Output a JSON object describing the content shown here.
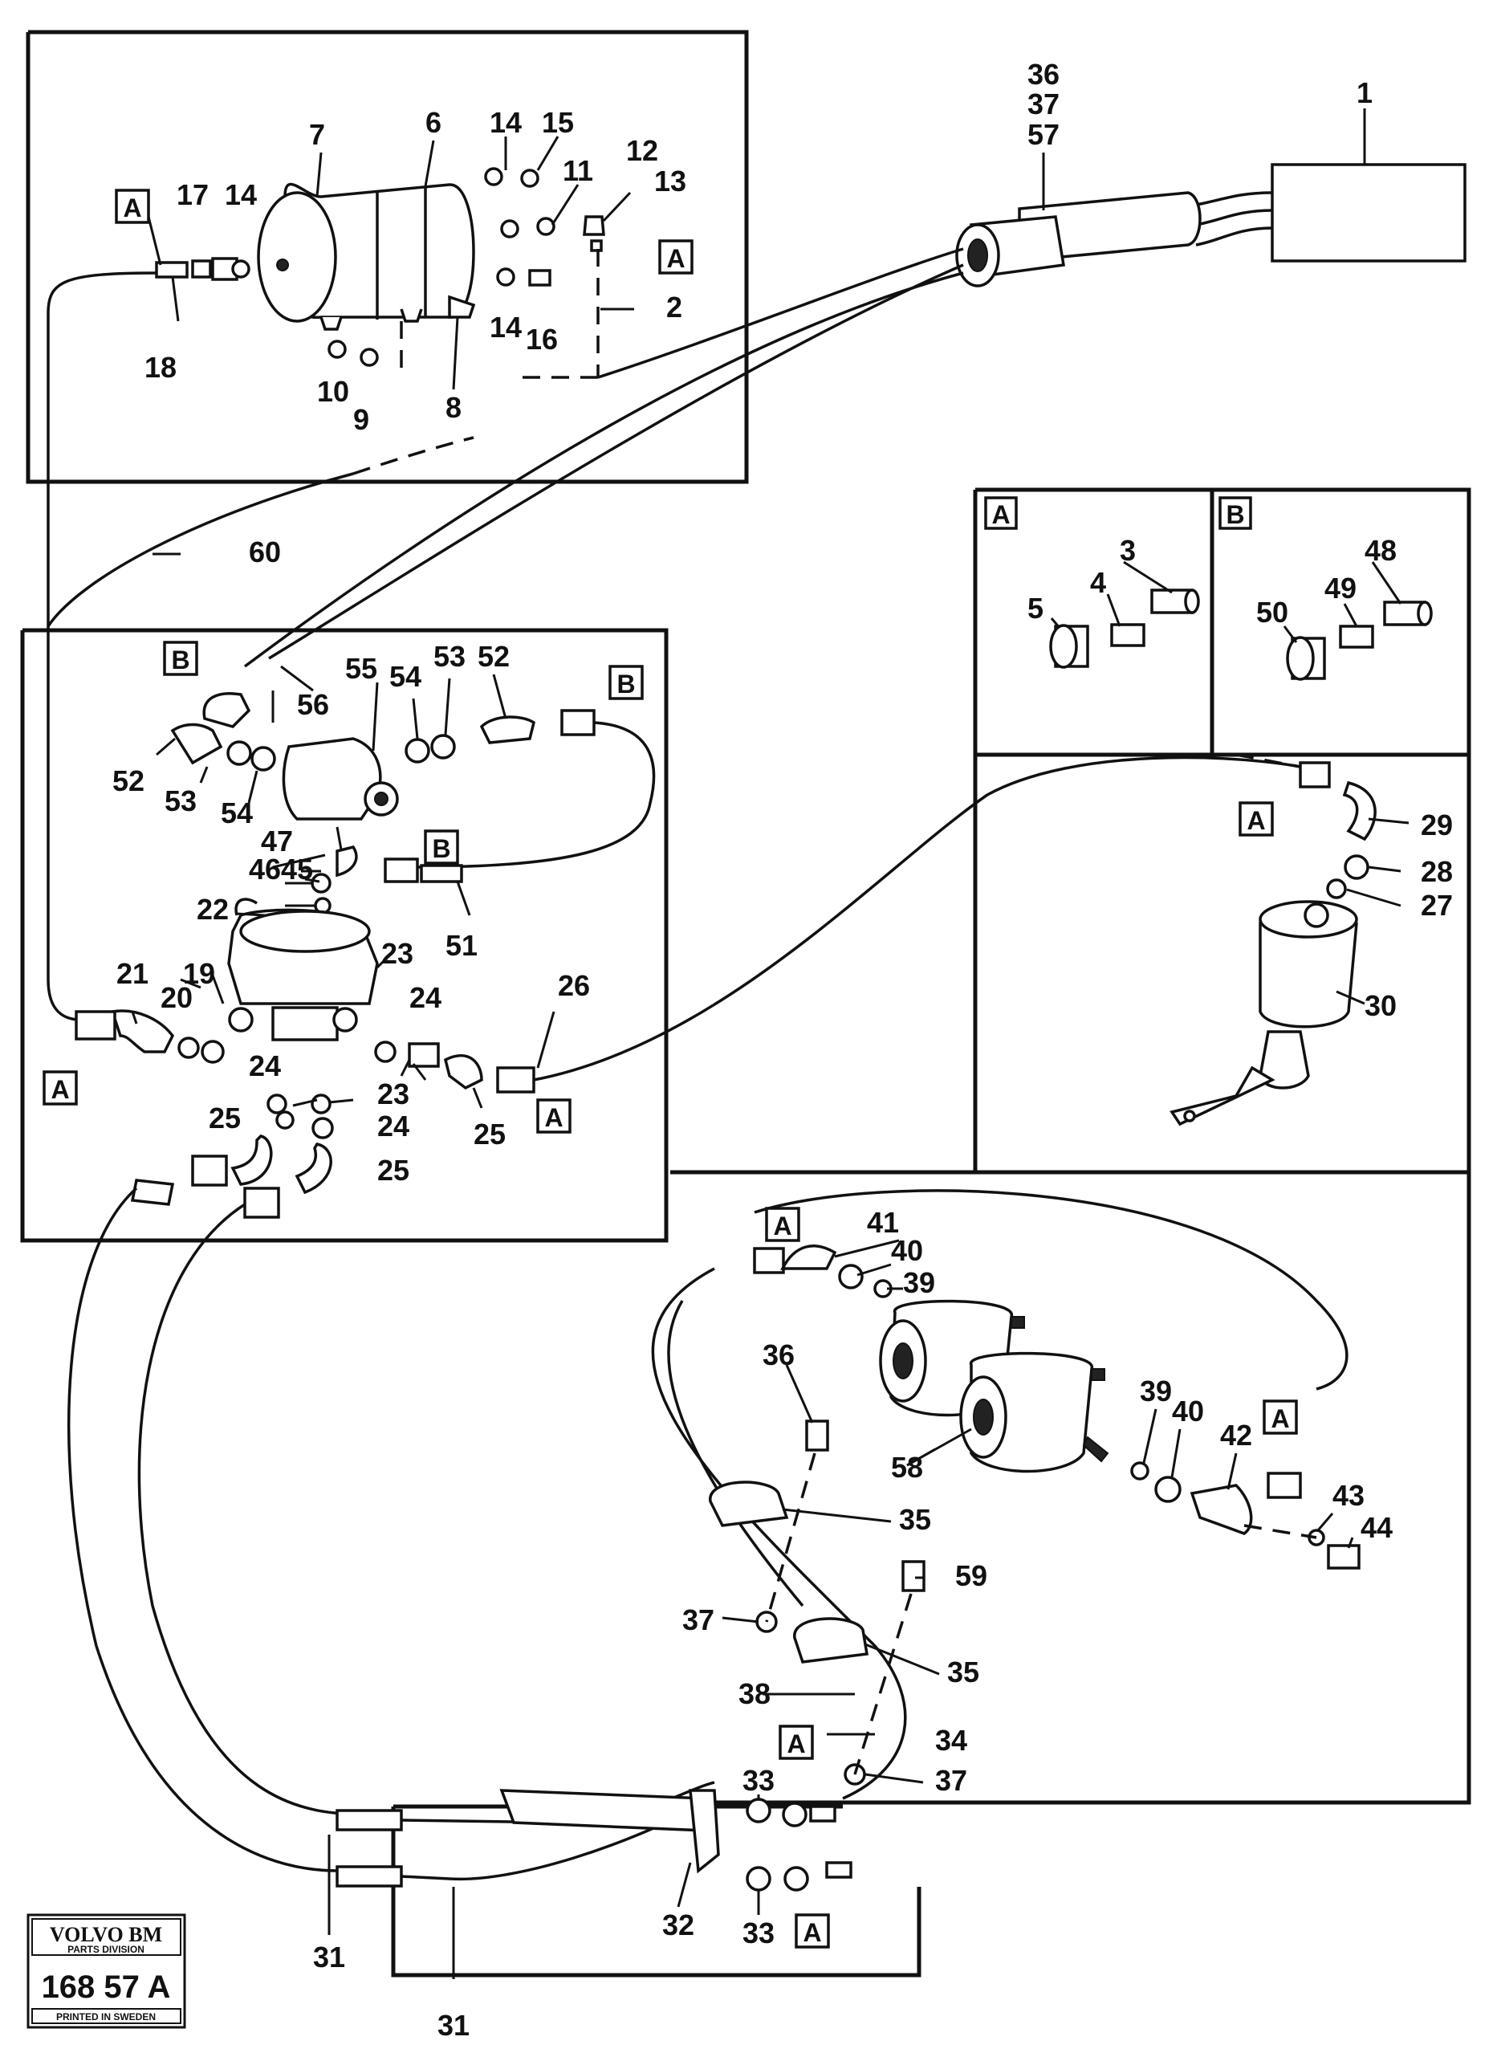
{
  "callouts": [
    "1",
    "2",
    "3",
    "4",
    "5",
    "6",
    "7",
    "8",
    "9",
    "10",
    "11",
    "12",
    "13",
    "14",
    "15",
    "16",
    "17",
    "18",
    "19",
    "20",
    "21",
    "22",
    "23",
    "24",
    "25",
    "26",
    "27",
    "28",
    "29",
    "30",
    "31",
    "32",
    "33",
    "34",
    "35",
    "36",
    "37",
    "38",
    "39",
    "40",
    "41",
    "42",
    "43",
    "44",
    "45",
    "46",
    "47",
    "48",
    "49",
    "50",
    "51",
    "52",
    "53",
    "54",
    "55",
    "56",
    "57",
    "58",
    "59",
    "60"
  ],
  "section_letters": {
    "a": "A",
    "b": "B"
  },
  "logo": {
    "brand": "VOLVO BM",
    "division": "PARTS DIVISION",
    "number": "168 57 A",
    "printed": "PRINTED IN SWEDEN"
  }
}
